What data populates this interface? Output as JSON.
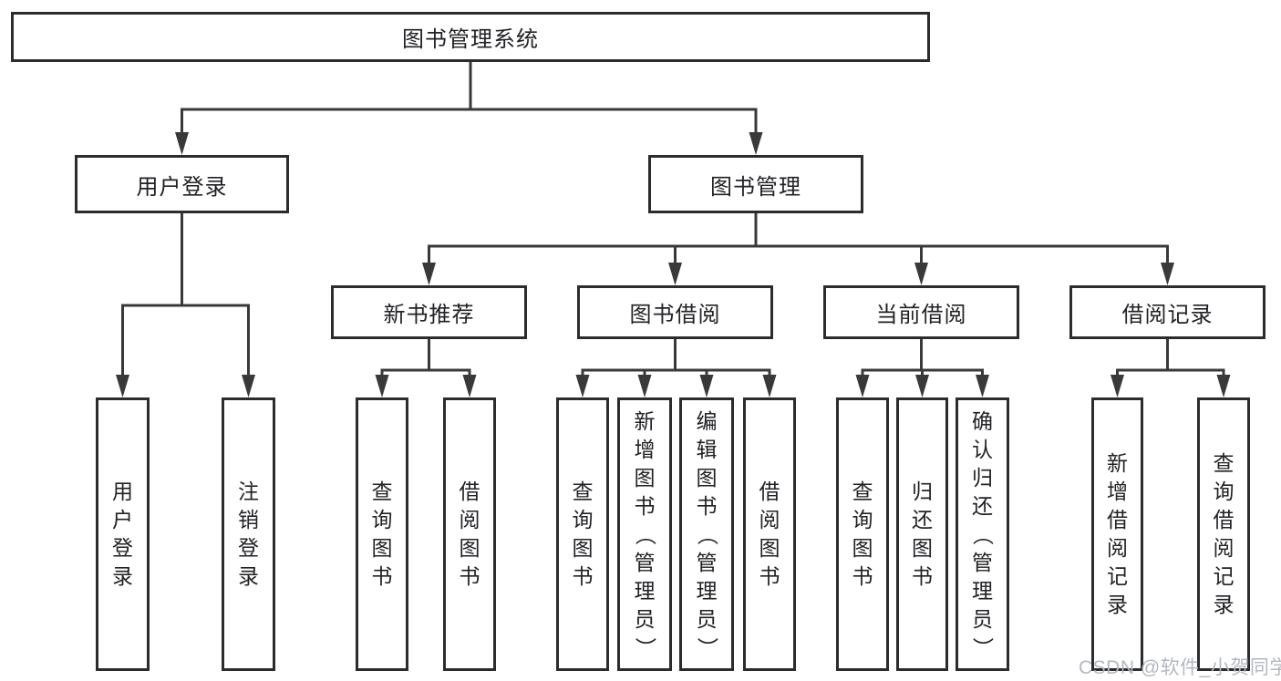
{
  "nodes": {
    "root": {
      "label": "图书管理系统"
    },
    "userLogin": {
      "label": "用户登录",
      "children": [
        "用户登录",
        "注销登录"
      ]
    },
    "bookMgmt": {
      "label": "图书管理"
    },
    "newBook": {
      "label": "新书推荐",
      "children": [
        "查询图书",
        "借阅图书"
      ]
    },
    "bookBorrow": {
      "label": "图书借阅",
      "children": [
        "查询图书",
        "新增图书（管理员）",
        "编辑图书（管理员）",
        "借阅图书"
      ]
    },
    "currentBorrow": {
      "label": "当前借阅",
      "children": [
        "查询图书",
        "归还图书",
        "确认归还（管理员）"
      ]
    },
    "borrowRecord": {
      "label": "借阅记录",
      "children": [
        "新增借阅记录",
        "查询借阅记录"
      ]
    }
  },
  "watermark": {
    "text": "CSDN @软件_小贺同学"
  },
  "colors": {
    "line": "#39393b",
    "box_border": "#2c2c2e",
    "box_fill": "#ffffff",
    "text": "#222226",
    "watermark": "#b3b8c0"
  }
}
